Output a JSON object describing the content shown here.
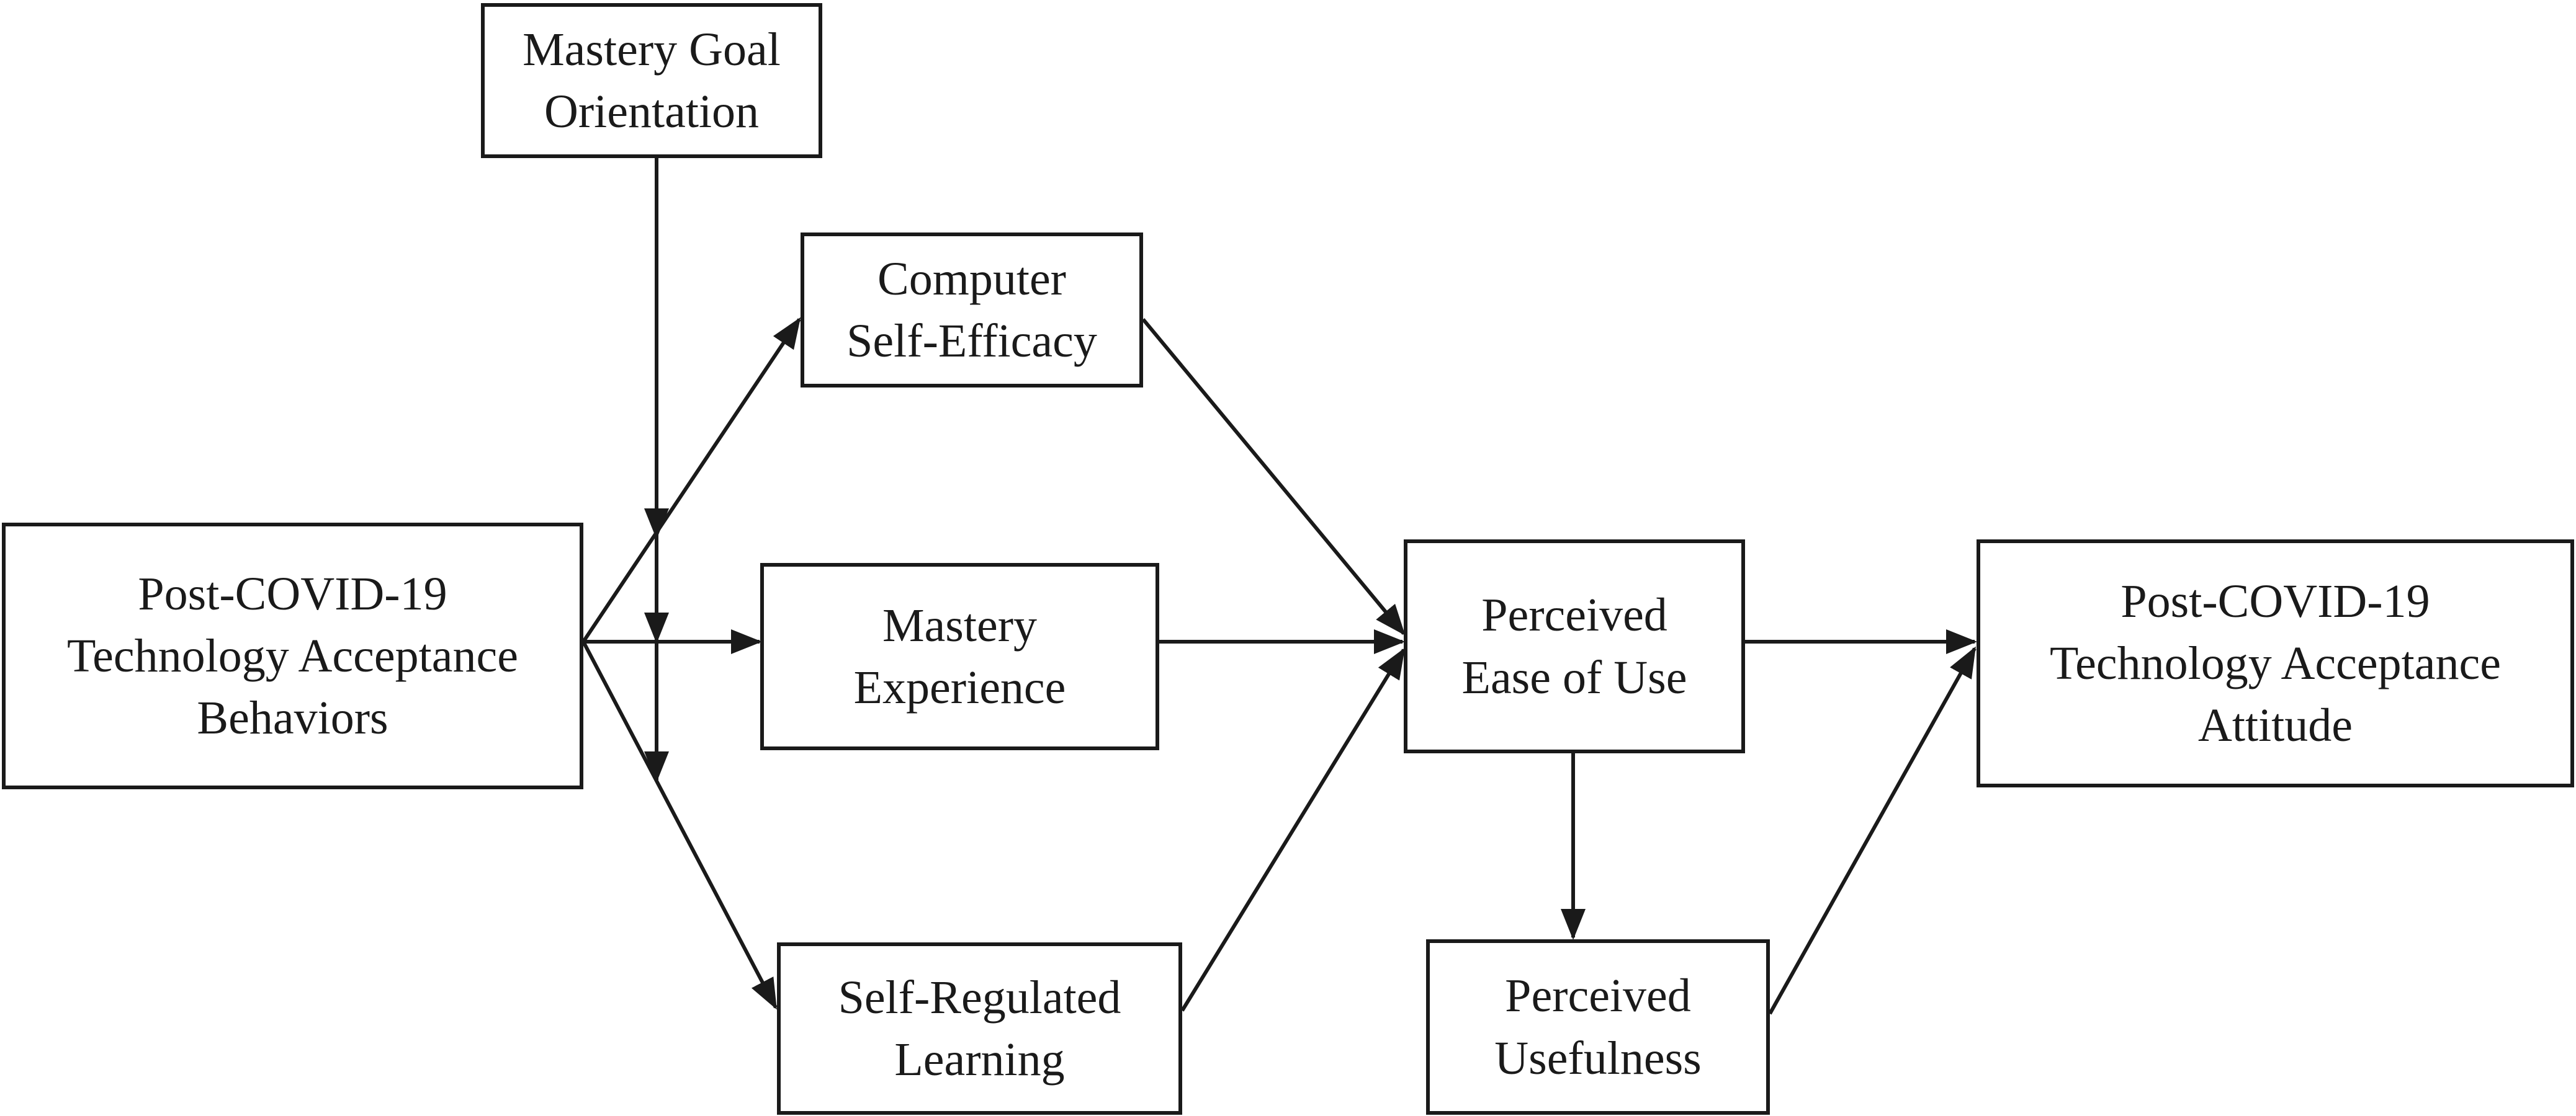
{
  "nodes": {
    "mastery_goal": "Mastery Goal\nOrientation",
    "computer_self_efficacy": "Computer\nSelf-Efficacy",
    "post_behaviors": "Post-COVID-19\nTechnology Acceptance\nBehaviors",
    "mastery_experience": "Mastery\nExperience",
    "self_regulated": "Self-Regulated\nLearning",
    "ease_of_use": "Perceived\nEase of Use",
    "usefulness": "Perceived\nUsefulness",
    "post_attitude": "Post-COVID-19\nTechnology Acceptance\nAttitude"
  },
  "edges": [
    {
      "from": "post_behaviors",
      "to": "computer_self_efficacy"
    },
    {
      "from": "post_behaviors",
      "to": "mastery_experience"
    },
    {
      "from": "post_behaviors",
      "to": "self_regulated"
    },
    {
      "from": "mastery_goal",
      "to": "post_behaviors",
      "type": "moderation"
    },
    {
      "from": "computer_self_efficacy",
      "to": "ease_of_use"
    },
    {
      "from": "mastery_experience",
      "to": "ease_of_use"
    },
    {
      "from": "self_regulated",
      "to": "ease_of_use"
    },
    {
      "from": "ease_of_use",
      "to": "post_attitude"
    },
    {
      "from": "ease_of_use",
      "to": "usefulness"
    },
    {
      "from": "usefulness",
      "to": "post_attitude"
    }
  ],
  "colors": {
    "stroke": "#1a1a1a",
    "background": "#ffffff"
  }
}
